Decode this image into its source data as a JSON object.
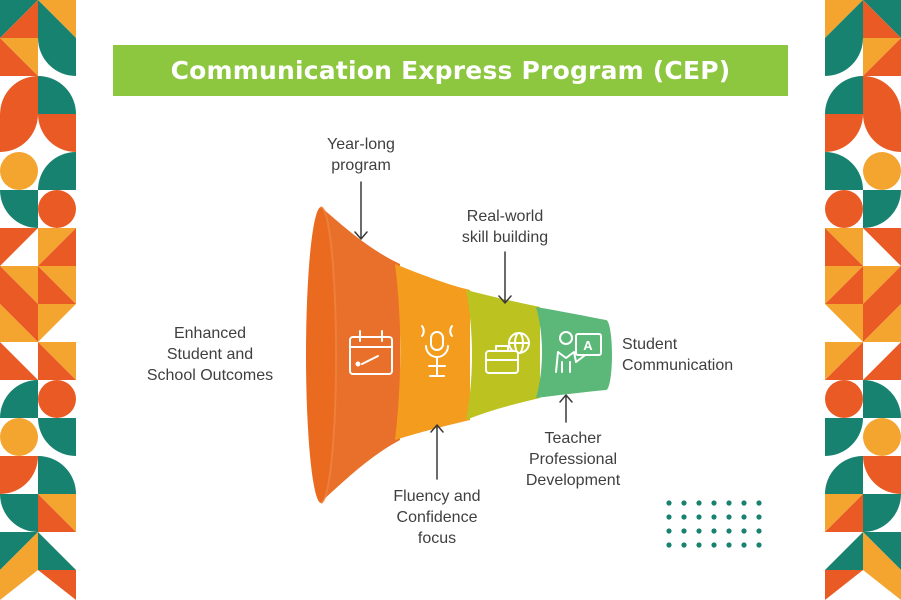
{
  "title": "Communication Express Program (CEP)",
  "labels": {
    "outcomes": [
      "Enhanced",
      "Student and",
      "School Outcomes"
    ],
    "year_long": [
      "Year-long",
      "program"
    ],
    "real_world": [
      "Real-world",
      "skill building"
    ],
    "fluency": [
      "Fluency and",
      "Confidence",
      "focus"
    ],
    "teacher": [
      "Teacher",
      "Professional",
      "Development"
    ],
    "student": [
      "Student",
      "Communication"
    ]
  },
  "icons": {
    "segment1": "calendar-icon",
    "segment2": "speaker-icon",
    "segment3": "briefcase-globe-icon",
    "segment4": "teacher-board-icon",
    "board_letter": "A"
  },
  "colors": {
    "title_bar": "#8dc63f",
    "orange_dark": "#e8702a",
    "orange": "#f39c1d",
    "olive": "#bcc21f",
    "green": "#5cb878",
    "teal": "#16826f",
    "red_orange": "#ea5a24",
    "yellow": "#f3a530"
  }
}
